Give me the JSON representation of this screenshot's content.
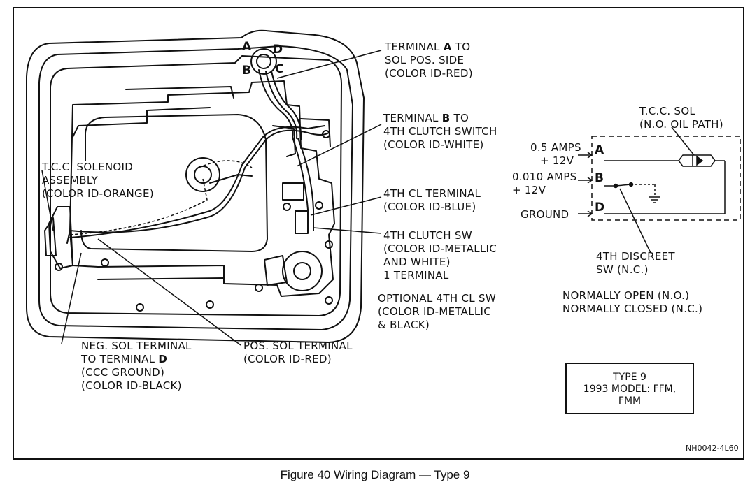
{
  "labels": {
    "terminal_a_line1_pre": "TERMINAL ",
    "terminal_a_letter": "A",
    "terminal_a_line1_post": " TO",
    "terminal_a_line2": "SOL POS. SIDE",
    "terminal_a_line3": "(COLOR ID-RED)",
    "terminal_b_line1_pre": "TERMINAL ",
    "terminal_b_letter": "B",
    "terminal_b_line1_post": " TO",
    "terminal_b_line2": "4TH CLUTCH SWITCH",
    "terminal_b_line3": "(COLOR ID-WHITE)",
    "tcc_assembly_line1": "T.C.C. SOLENOID",
    "tcc_assembly_line2": "ASSEMBLY",
    "tcc_assembly_line3": "(COLOR ID-ORANGE)",
    "cl_terminal_line1": "4TH CL TERMINAL",
    "cl_terminal_line2": "(COLOR ID-BLUE)",
    "clutch_sw_line1": "4TH CLUTCH SW",
    "clutch_sw_line2": "(COLOR ID-METALLIC",
    "clutch_sw_line3": "AND WHITE)",
    "clutch_sw_line4": "1 TERMINAL",
    "optional_line1": "OPTIONAL 4TH CL SW",
    "optional_line2": "(COLOR ID-METALLIC",
    "optional_line3": "& BLACK)",
    "neg_sol_line1": "NEG. SOL TERMINAL",
    "neg_sol_line2_pre": "TO TERMINAL ",
    "neg_sol_letter": "D",
    "neg_sol_line3": "(CCC GROUND)",
    "neg_sol_line4": "(COLOR ID-BLACK)",
    "pos_sol_line1": "POS. SOL TERMINAL",
    "pos_sol_line2": "(COLOR ID-RED)"
  },
  "connector": {
    "a": "A",
    "b": "B",
    "c": "C",
    "d": "D"
  },
  "schematic": {
    "tcc_sol_line1": "T.C.C. SOL",
    "tcc_sol_line2": "(N.O. OIL PATH)",
    "amps_a": "0.5 AMPS",
    "volts_a": "+ 12V",
    "amps_b": "0.010 AMPS",
    "volts_b": "+ 12V",
    "ground": "GROUND",
    "letter_a": "A",
    "letter_b": "B",
    "letter_d": "D",
    "discreet_line1": "4TH DISCREET",
    "discreet_line2": "SW (N.C.)",
    "legend_line1": "NORMALLY OPEN (N.O.)",
    "legend_line2": "NORMALLY CLOSED (N.C.)"
  },
  "type_box": {
    "line1": "TYPE 9",
    "line2": "1993 MODEL: FFM,",
    "line3": "FMM"
  },
  "figure_code": "NH0042-4L60",
  "caption": "Figure 40 Wiring Diagram — Type 9"
}
